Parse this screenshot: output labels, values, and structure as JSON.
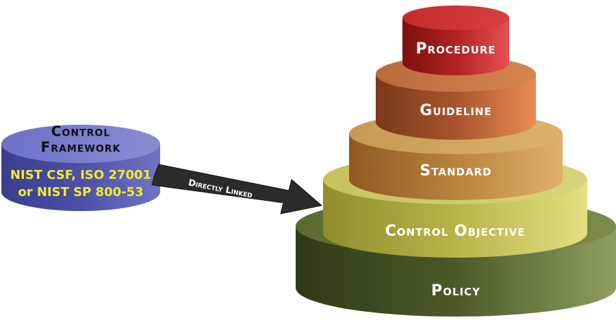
{
  "tiers": [
    {
      "label": "Procedure",
      "color": "#c22a2a"
    },
    {
      "label": "Guideline",
      "color": "#c96a3a"
    },
    {
      "label": "Standard",
      "color": "#c88a3e"
    },
    {
      "label": "Control Objective",
      "color": "#c9c455"
    },
    {
      "label": "Policy",
      "color": "#5f7035"
    }
  ],
  "framework": {
    "title_line1": "Control",
    "title_line2": "Framework",
    "sub_line1": "NIST CSF, ISO 27001",
    "sub_line2": "or NIST SP 800-53",
    "color": "#5a5cb0"
  },
  "arrow": {
    "label": "Directly Linked",
    "color": "#2b2b2b"
  }
}
